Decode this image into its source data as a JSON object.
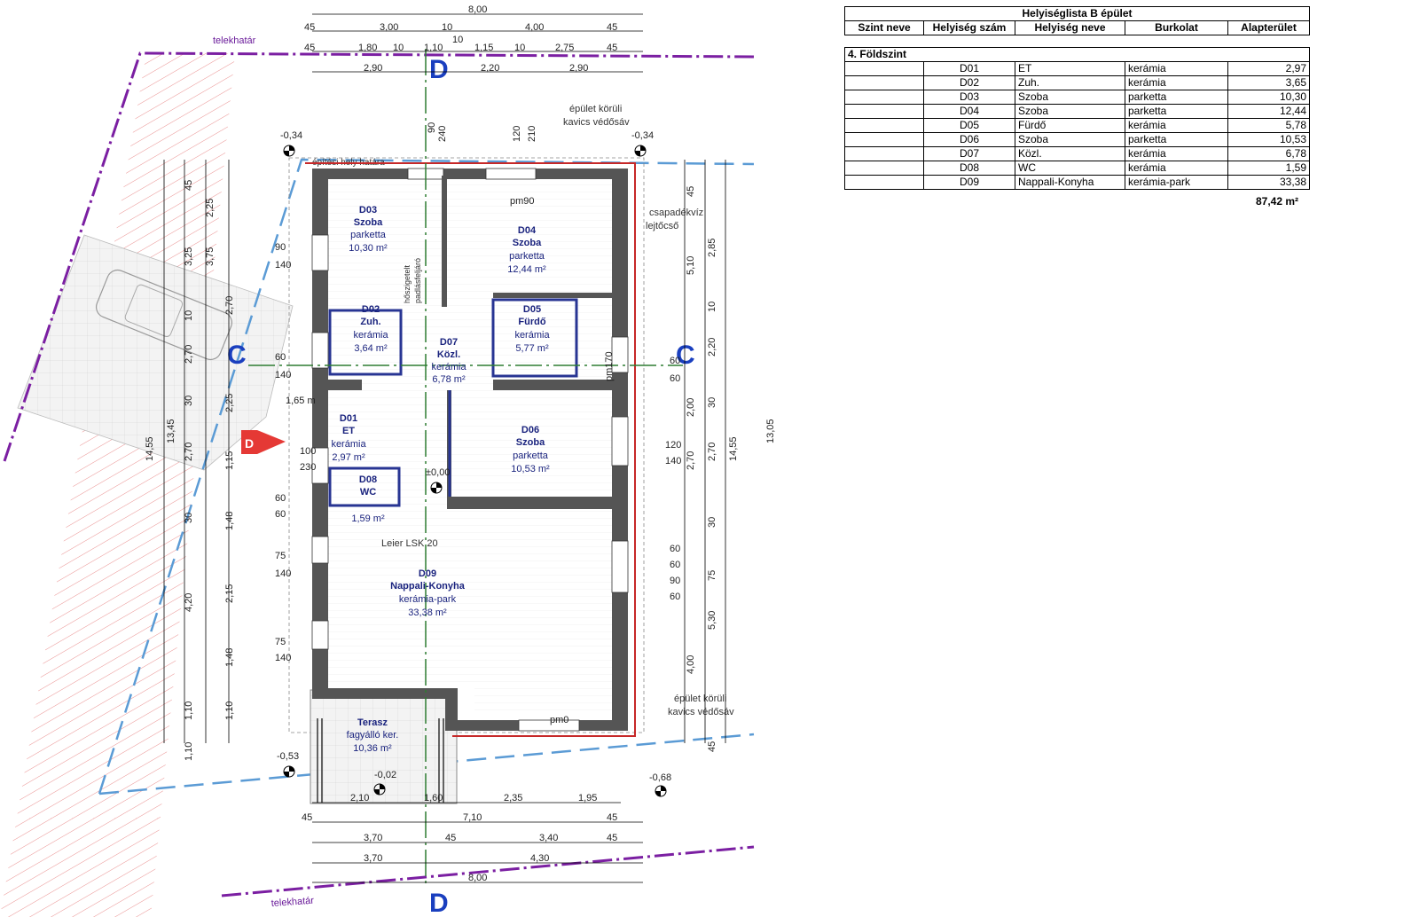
{
  "table": {
    "title": "Helyiséglista B épület",
    "columns": [
      "Szint neve",
      "Helyiség szám",
      "Helyiség neve",
      "Burkolat",
      "Alapterület"
    ],
    "level": "4. Földszint",
    "rows": [
      {
        "code": "D01",
        "name": "ET",
        "finish": "kerámia",
        "area": "2,97"
      },
      {
        "code": "D02",
        "name": "Zuh.",
        "finish": "kerámia",
        "area": "3,65"
      },
      {
        "code": "D03",
        "name": "Szoba",
        "finish": "parketta",
        "area": "10,30"
      },
      {
        "code": "D04",
        "name": "Szoba",
        "finish": "parketta",
        "area": "12,44"
      },
      {
        "code": "D05",
        "name": "Fürdő",
        "finish": "kerámia",
        "area": "5,78"
      },
      {
        "code": "D06",
        "name": "Szoba",
        "finish": "parketta",
        "area": "10,53"
      },
      {
        "code": "D07",
        "name": "Közl.",
        "finish": "kerámia",
        "area": "6,78"
      },
      {
        "code": "D08",
        "name": "WC",
        "finish": "kerámia",
        "area": "1,59"
      },
      {
        "code": "D09",
        "name": "Nappali-Konyha",
        "finish": "kerámia-park",
        "area": "33,38"
      }
    ],
    "total": "87,42 m²"
  },
  "plan": {
    "rooms": [
      {
        "id": "D03",
        "name": "Szoba",
        "finish": "parketta",
        "area": "10,30 m²"
      },
      {
        "id": "D04",
        "name": "Szoba",
        "finish": "parketta",
        "area": "12,44 m²"
      },
      {
        "id": "D02",
        "name": "Zuh.",
        "finish": "kerámia",
        "area": "3,64 m²"
      },
      {
        "id": "D07",
        "name": "Közl.",
        "finish": "kerámia",
        "area": "6,78 m²"
      },
      {
        "id": "D05",
        "name": "Fürdő",
        "finish": "kerámia",
        "area": "5,77 m²"
      },
      {
        "id": "D01",
        "name": "ET",
        "finish": "kerámia",
        "area": "2,97 m²"
      },
      {
        "id": "D06",
        "name": "Szoba",
        "finish": "parketta",
        "area": "10,53 m²"
      },
      {
        "id": "D08",
        "name": "WC",
        "finish": "kerámia",
        "area": "1,59 m²"
      },
      {
        "id": "D09",
        "name": "Nappali-Konyha",
        "finish": "kerámia-park",
        "area": "33,38 m²"
      },
      {
        "id": "",
        "name": "Terasz",
        "finish": "fagyálló ker.",
        "area": "10,36 m²"
      }
    ],
    "labels": {
      "plot_boundary": "telekhatár",
      "build_boundary": "építési hely határa",
      "gravel": [
        "épület körüli",
        "kavics védősáv"
      ],
      "downpipe": [
        "csapadékvíz",
        "lejtőcső"
      ],
      "lintel": "Leier LSK 20",
      "attic": [
        "hőszigetelt",
        "padlásfeljáró"
      ],
      "entrance": "1,65 m"
    },
    "levels": [
      "-0,34",
      "-0,34",
      "-0,53",
      "-0,68",
      "-0,02",
      "±0,00",
      "pm0"
    ],
    "sections": [
      "D",
      "D",
      "C",
      "C"
    ],
    "top_dims": {
      "total": "8,00",
      "row1": [
        "45",
        "3,00",
        "10",
        "4,00",
        "45"
      ],
      "row2": [
        "45",
        "1,80",
        "10",
        "1,10",
        "10",
        "1,15",
        "10",
        "2,75",
        "45"
      ],
      "row3": [
        "2,90",
        "2,20",
        "2,90"
      ]
    },
    "bottom_dims": {
      "row1": [
        "2,10",
        "1,60",
        "2,35",
        "1,95"
      ],
      "row2": [
        "45",
        "7,10",
        "45"
      ],
      "row3": [
        "3,70",
        "45",
        "3,40",
        "45"
      ],
      "row4": [
        "3,70",
        "4,30"
      ],
      "total": "8,00"
    },
    "left_dims": {
      "col1": [
        "45",
        "3,25",
        "10",
        "2,70",
        "30",
        "2,70",
        "30",
        "4,20",
        "1,10",
        "1,10"
      ],
      "col2": [
        "2,25",
        "3,75",
        "2,70",
        "2,25",
        "1,15",
        "1,48",
        "2,15",
        "1,48",
        "1,10"
      ],
      "totals": [
        "14,55",
        "13,45"
      ]
    },
    "right_dims": {
      "col1": [
        "2,85",
        "10",
        "2,20",
        "30",
        "2,70",
        "30",
        "75",
        "5,30",
        "45"
      ],
      "col2": [
        "45",
        "5,10",
        "2,00",
        "2,70",
        "4,00"
      ],
      "totals": [
        "14,55",
        "13,05"
      ]
    },
    "openings": [
      "90",
      "140",
      "60",
      "140",
      "100",
      "230",
      "60",
      "60",
      "75",
      "140",
      "75",
      "140",
      "60",
      "60",
      "120",
      "140",
      "60",
      "60",
      "90",
      "60",
      "90",
      "120",
      "240",
      "210",
      "pm90",
      "pm170"
    ]
  }
}
